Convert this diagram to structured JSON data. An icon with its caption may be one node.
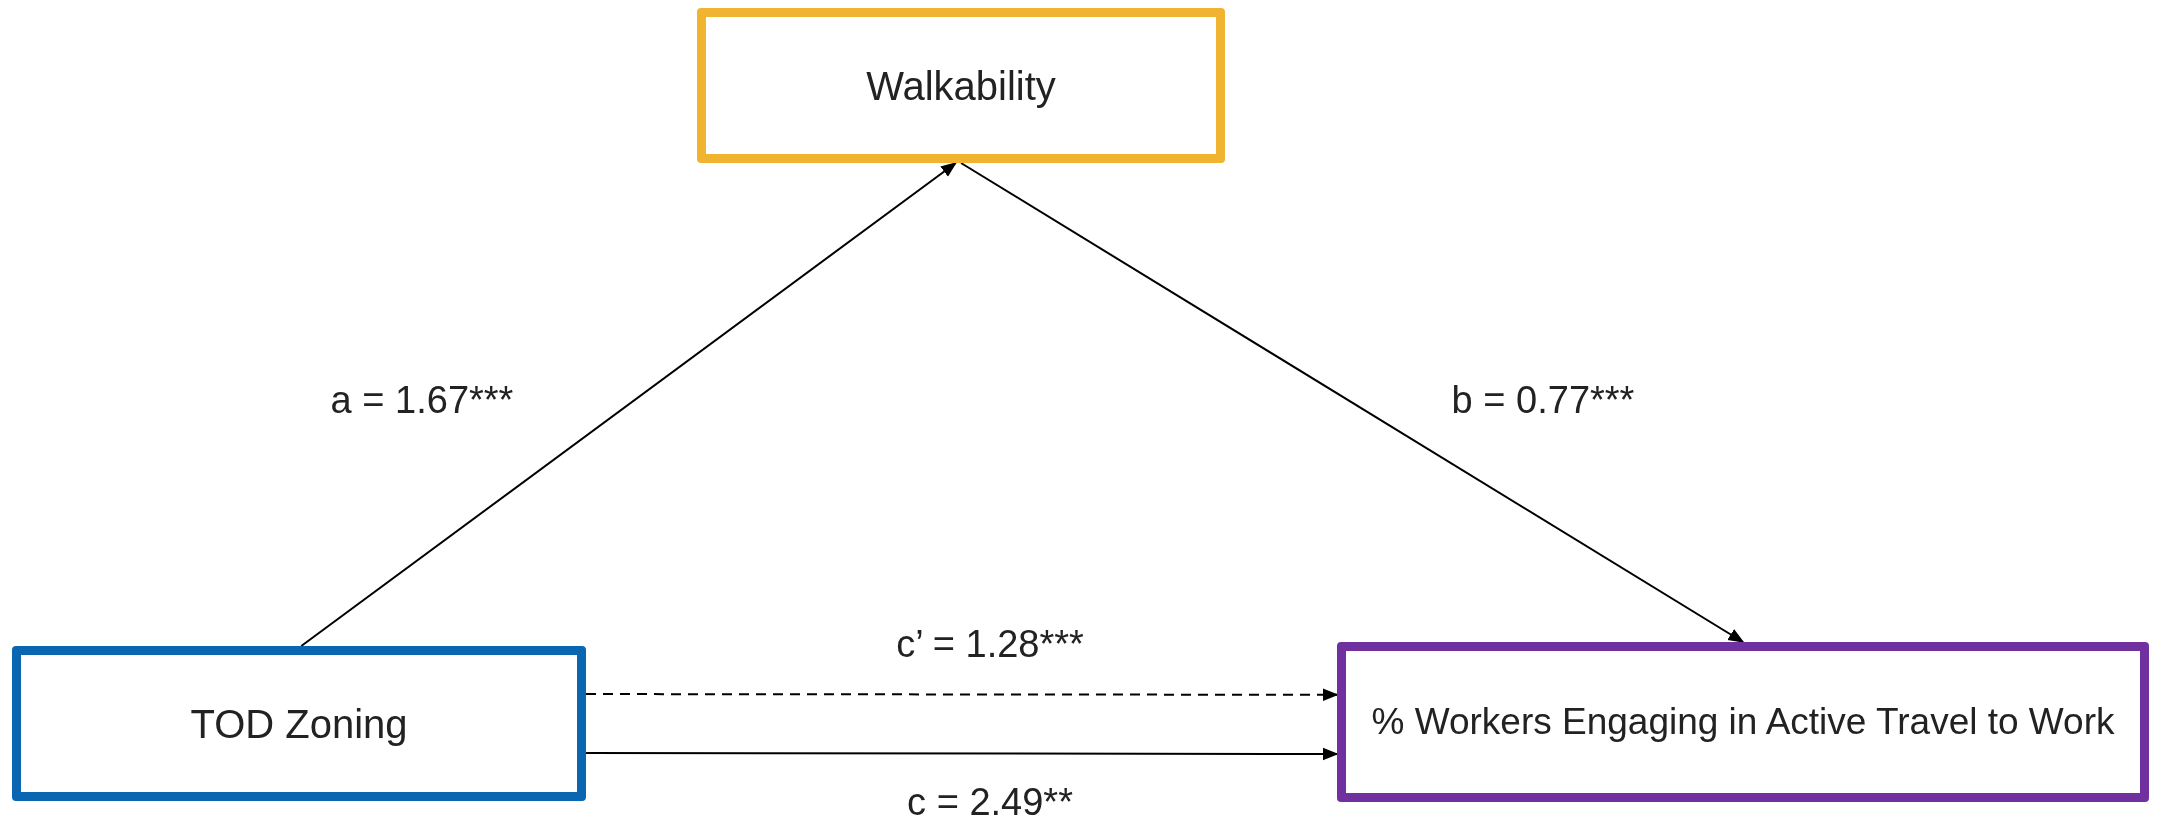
{
  "diagram": {
    "nodes": [
      {
        "text": [
          "Walkability"
        ]
      },
      {
        "text": [
          "TOD Zoning"
        ]
      },
      {
        "text": [
          "% Workers Engaging in Active Travel to Work"
        ]
      }
    ],
    "edges": [
      {
        "from": 1,
        "to": 0,
        "arrow": "to",
        "label": "a = 1.67***"
      },
      {
        "from": 0,
        "to": 2,
        "arrow": "to",
        "label": "b = 0.77***"
      },
      {
        "from": 1,
        "to": 2,
        "arrow": "to",
        "label": "c’ = 1.28***",
        "style": "dashed"
      },
      {
        "from": 1,
        "to": 2,
        "arrow": "to",
        "label": "c = 2.49**"
      }
    ]
  }
}
